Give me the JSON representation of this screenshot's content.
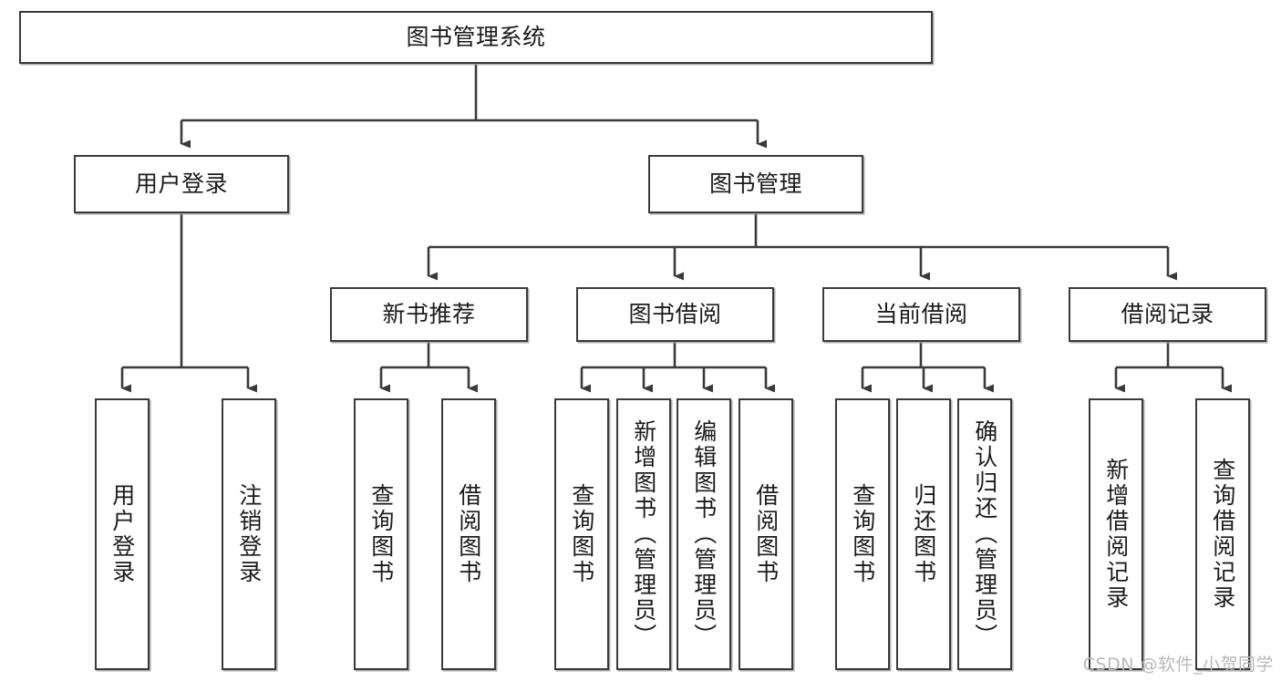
{
  "diagram": {
    "type": "tree-hierarchy",
    "title": "图书管理系统",
    "colors": {
      "box_border": "#3a3a3a",
      "box_fill": "#ffffff",
      "edge": "#3a3a3a",
      "text": "#1b1b1b",
      "watermark": "#b9b9b9",
      "background": "#ffffff"
    },
    "nodes": {
      "root": {
        "label": "图书管理系统"
      },
      "level2": [
        {
          "id": "user-login",
          "label": "用户登录"
        },
        {
          "id": "book-management",
          "label": "图书管理"
        }
      ],
      "level3": [
        {
          "id": "new-book-recommend",
          "label": "新书推荐"
        },
        {
          "id": "book-borrow",
          "label": "图书借阅"
        },
        {
          "id": "current-borrow",
          "label": "当前借阅"
        },
        {
          "id": "borrow-record",
          "label": "借阅记录"
        }
      ],
      "leaves": {
        "user-login": [
          {
            "id": "leaf-user-login",
            "label": "用户登录"
          },
          {
            "id": "leaf-logout-login",
            "label": "注销登录"
          }
        ],
        "new-book-recommend": [
          {
            "id": "leaf-query-book-1",
            "label": "查询图书"
          },
          {
            "id": "leaf-borrow-book-1",
            "label": "借阅图书"
          }
        ],
        "book-borrow": [
          {
            "id": "leaf-query-book-2",
            "label": "查询图书"
          },
          {
            "id": "leaf-add-book-admin",
            "label": "新增图书（管理员）"
          },
          {
            "id": "leaf-edit-book-admin",
            "label": "编辑图书（管理员）"
          },
          {
            "id": "leaf-borrow-book-2",
            "label": "借阅图书"
          }
        ],
        "current-borrow": [
          {
            "id": "leaf-query-book-3",
            "label": "查询图书"
          },
          {
            "id": "leaf-return-book",
            "label": "归还图书"
          },
          {
            "id": "leaf-confirm-return-admin",
            "label": "确认归还（管理员）"
          }
        ],
        "borrow-record": [
          {
            "id": "leaf-add-borrow-record",
            "label": "新增借阅记录"
          },
          {
            "id": "leaf-query-borrow-record",
            "label": "查询借阅记录"
          }
        ]
      }
    },
    "watermark": "CSDN @软件_小贺同学"
  }
}
